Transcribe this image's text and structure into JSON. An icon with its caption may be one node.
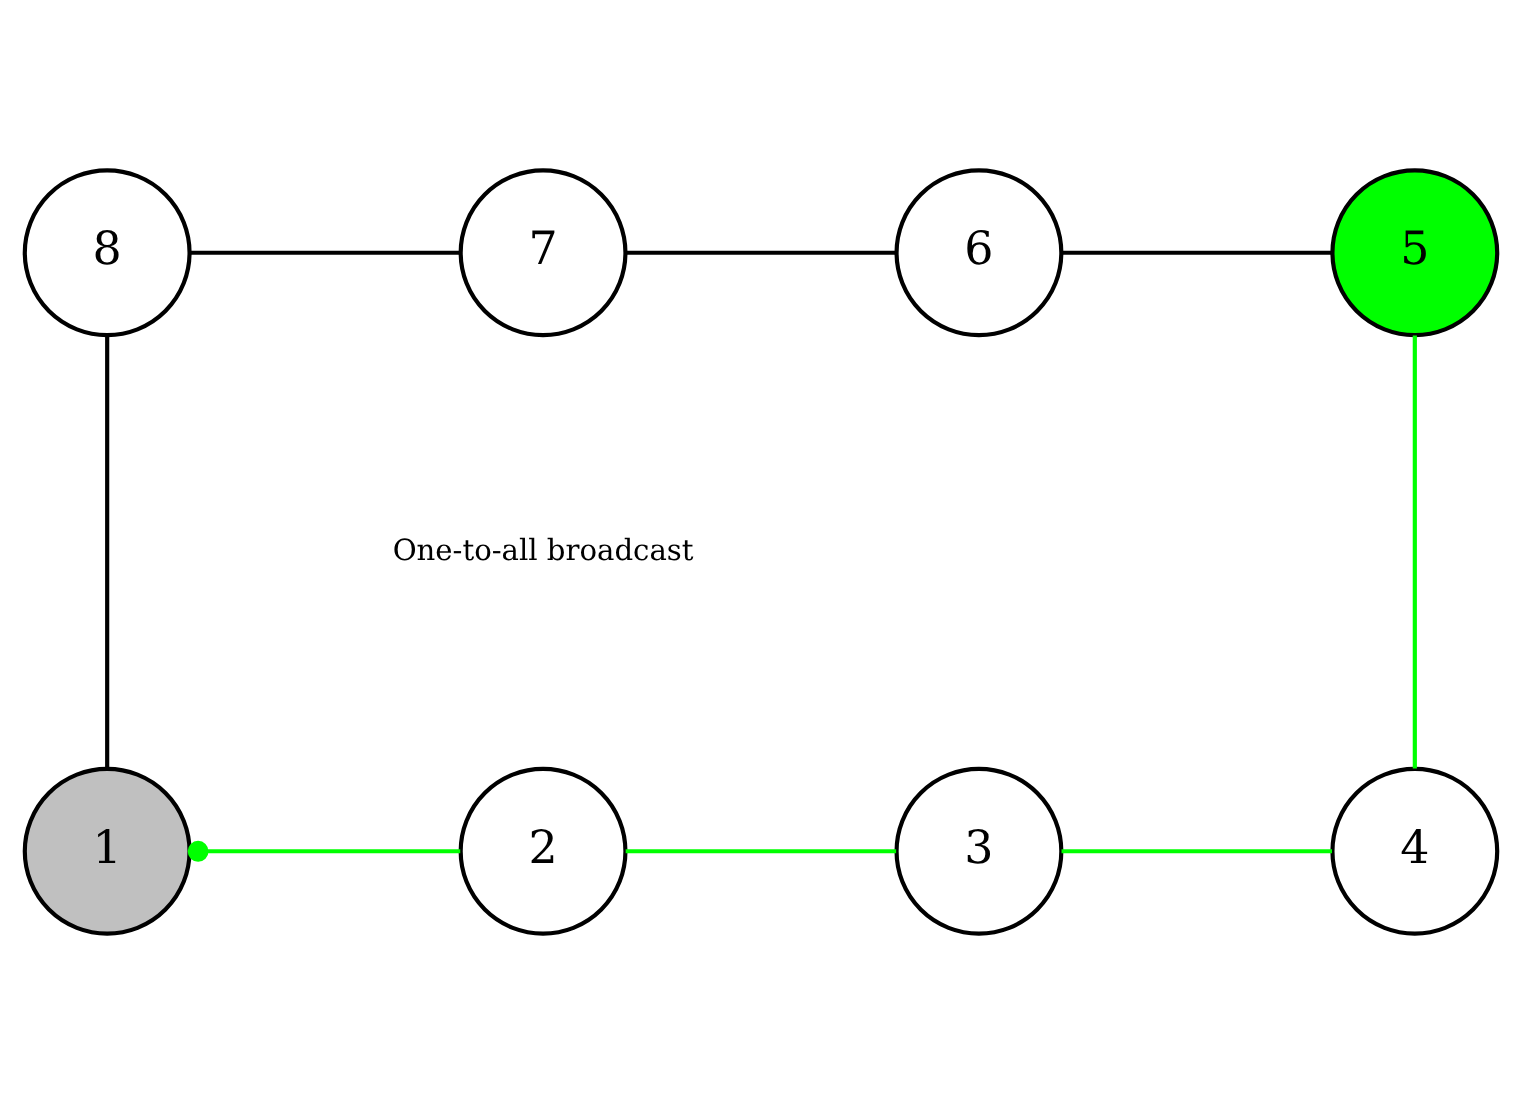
{
  "diagram": {
    "nodes": [
      {
        "text": [
          "8"
        ]
      },
      {
        "text": [
          "7"
        ]
      },
      {
        "text": [
          "6"
        ]
      },
      {
        "text": [
          "5"
        ]
      },
      {
        "text": [
          "1"
        ]
      },
      {
        "text": [
          "2"
        ]
      },
      {
        "text": [
          "3"
        ]
      },
      {
        "text": [
          "4"
        ]
      }
    ],
    "edges": [
      {
        "from": 0,
        "to": 1,
        "arrow": "none"
      },
      {
        "from": 1,
        "to": 2,
        "arrow": "none"
      },
      {
        "from": 2,
        "to": 3,
        "arrow": "none"
      },
      {
        "from": 0,
        "to": 4,
        "arrow": "none"
      },
      {
        "from": 4,
        "to": 5,
        "arrow": "other",
        "color": "#00ff00"
      },
      {
        "from": 5,
        "to": 6,
        "arrow": "none",
        "color": "#00ff00"
      },
      {
        "from": 6,
        "to": 7,
        "arrow": "none",
        "color": "#00ff00"
      },
      {
        "from": 7,
        "to": 3,
        "arrow": "none",
        "color": "#00ff00"
      }
    ],
    "labels": [
      "One-to-all broadcast"
    ]
  }
}
